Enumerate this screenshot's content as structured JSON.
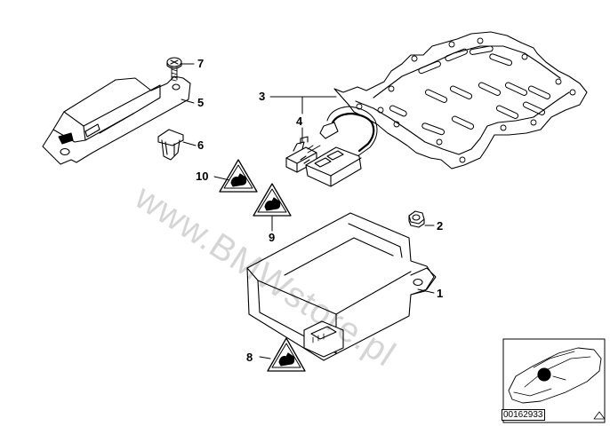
{
  "callouts": {
    "c1": "1",
    "c2": "2",
    "c3": "3",
    "c4": "4",
    "c5": "5",
    "c6": "6",
    "c7": "7",
    "c8": "8",
    "c9": "9",
    "c10": "10"
  },
  "watermark": "www.BMWstore.pl",
  "diagram_id": "00162933"
}
